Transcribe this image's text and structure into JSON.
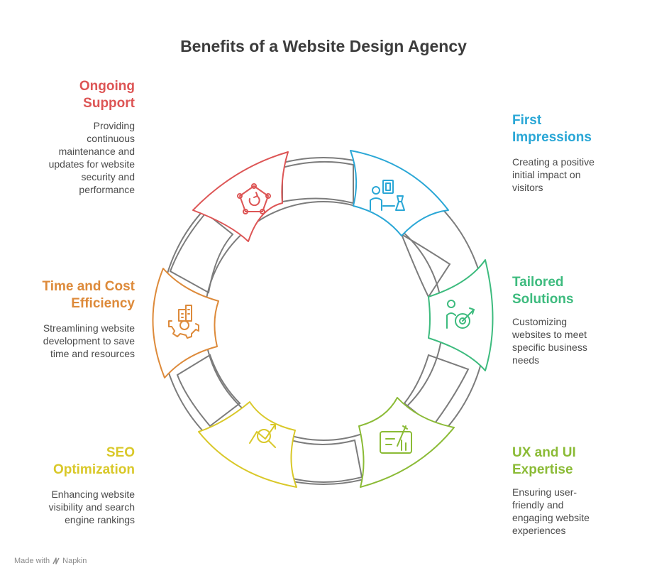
{
  "title": "Benefits of a Website Design Agency",
  "colors": {
    "first_impressions": "#2aa7d6",
    "tailored_solutions": "#3dbb7e",
    "ux_ui": "#8bbb36",
    "seo": "#d9c829",
    "time_cost": "#dd8a3a",
    "ongoing_support": "#dd5555",
    "ring": "#7c7c7c"
  },
  "items": [
    {
      "key": "ongoing_support",
      "heading": "Ongoing\nSupport",
      "description": "Providing\ncontinuous\nmaintenance and\nupdates for website\nsecurity and\nperformance",
      "icon": "support-cycle-icon"
    },
    {
      "key": "first_impressions",
      "heading": "First\nImpressions",
      "description": "Creating a positive\ninitial impact on\nvisitors",
      "icon": "first-impression-icon"
    },
    {
      "key": "time_cost",
      "heading": "Time and Cost\nEfficiency",
      "description": "Streamlining website\ndevelopment to save\ntime and resources",
      "icon": "gear-building-icon"
    },
    {
      "key": "tailored_solutions",
      "heading": "Tailored\nSolutions",
      "description": "Customizing\nwebsites to meet\nspecific business\nneeds",
      "icon": "person-target-icon"
    },
    {
      "key": "seo",
      "heading": "SEO\nOptimization",
      "description": "Enhancing website\nvisibility and search\nengine rankings",
      "icon": "search-growth-icon"
    },
    {
      "key": "ux_ui",
      "heading": "UX and UI\nExpertise",
      "description": "Ensuring user-\nfriendly and\nengaging website\nexperiences",
      "icon": "design-tablet-icon"
    }
  ],
  "footer": {
    "made_with": "Made with",
    "brand": "Napkin"
  }
}
